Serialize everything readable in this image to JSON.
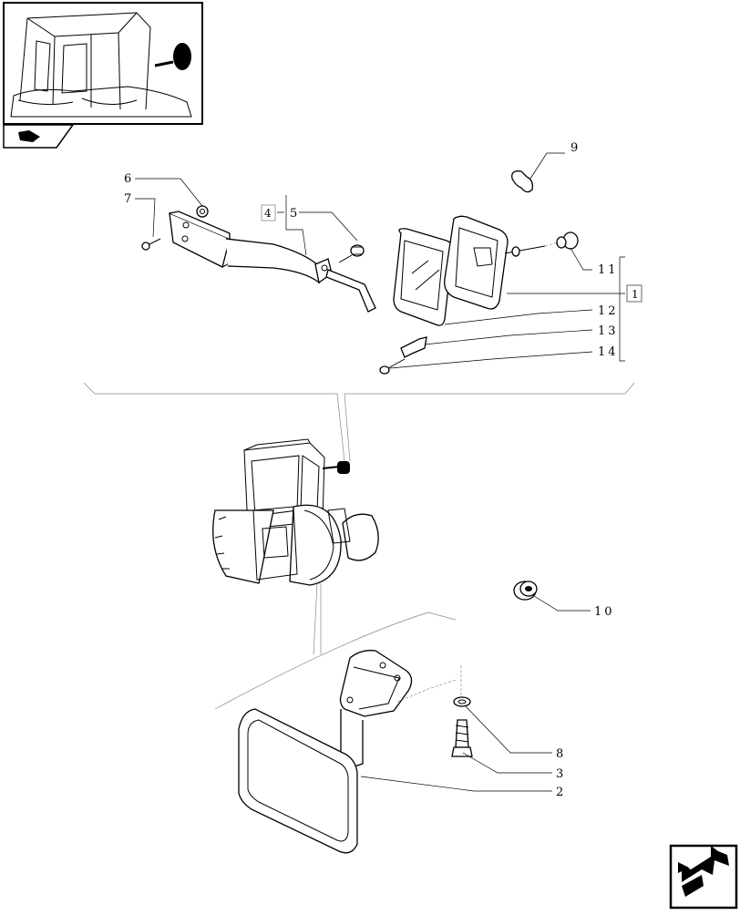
{
  "callouts": {
    "c1": "1",
    "c2": "2",
    "c3": "3",
    "c4": "4",
    "c5": "5",
    "c6": "6",
    "c7": "7",
    "c8": "8",
    "c9": "9",
    "c10": "10",
    "c11": "11",
    "c12": "12",
    "c13": "13",
    "c14": "14"
  },
  "icons": {
    "thumbnail": "tractor-cab-mirror-thumbnail",
    "section": "section-tab-icon",
    "nav": "next-page-arrow-icon"
  },
  "colors": {
    "line": "#000000",
    "background": "#ffffff"
  }
}
